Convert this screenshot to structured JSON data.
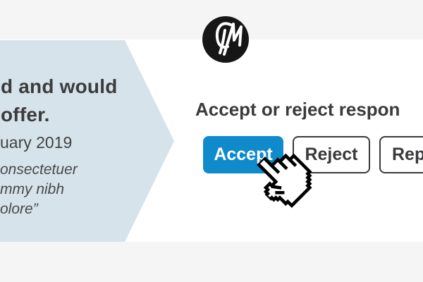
{
  "logo": {
    "initials": "GM"
  },
  "colors": {
    "accent_blue": "#0f8aca",
    "panel_blue": "#d6e3ea",
    "background_gray": "#f5f5f6",
    "text_dark": "#3c3c3e",
    "button_border": "#3a3a3a",
    "logo_black": "#161616"
  },
  "left_panel": {
    "headline_line1": "d and would",
    "headline_line2": "offer.",
    "date": "uary 2019",
    "quote_line1": "onsectetuer",
    "quote_line2": "mmy nibh",
    "quote_line3": "olore”"
  },
  "main": {
    "heading": "Accept or reject respon",
    "buttons": [
      {
        "label": "Accept",
        "style": "primary"
      },
      {
        "label": "Reject",
        "style": "outline"
      },
      {
        "label": "Rep",
        "style": "outline-clipped"
      }
    ]
  },
  "cursor": {
    "icon": "hand-pointer-cursor"
  }
}
